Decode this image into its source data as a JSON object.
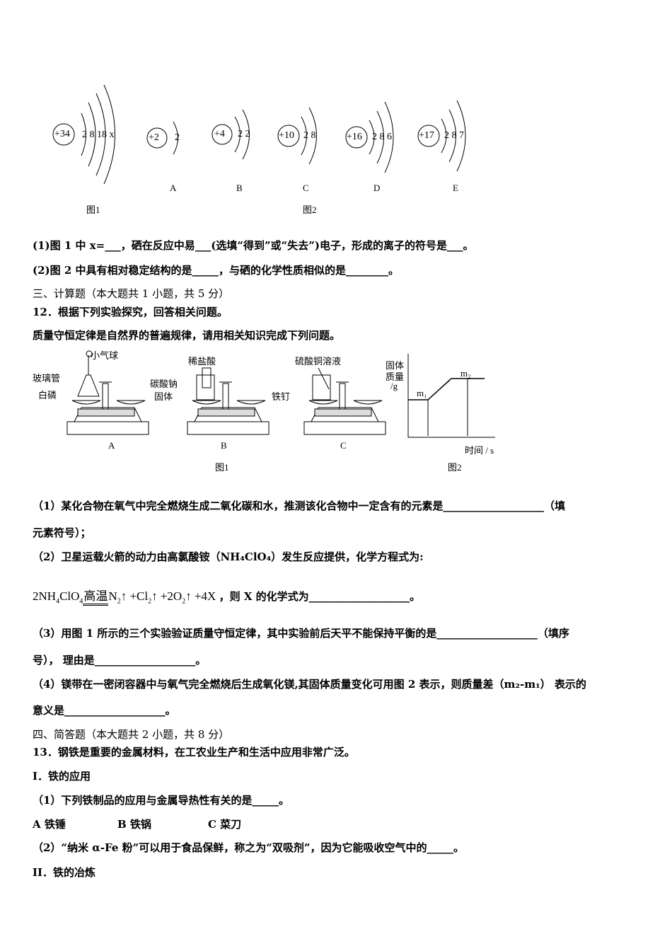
{
  "fig_top": {
    "atoms": [
      {
        "id": "se",
        "nucleus": "+34",
        "shells": "2 8 18 x",
        "letter": ""
      },
      {
        "id": "A",
        "nucleus": "+2",
        "shells": "2",
        "letter": "A"
      },
      {
        "id": "B",
        "nucleus": "+4",
        "shells": "2 2",
        "letter": "B"
      },
      {
        "id": "C",
        "nucleus": "+10",
        "shells": "2 8",
        "letter": "C"
      },
      {
        "id": "D",
        "nucleus": "+16",
        "shells": "2 8 6",
        "letter": "D"
      },
      {
        "id": "E",
        "nucleus": "+17",
        "shells": "2 8 7",
        "letter": "E"
      }
    ],
    "fig1_caption": "图1",
    "fig2_caption": "图2"
  },
  "q11": {
    "p1": "(1)图 1 中 x=___，硒在反应中易___(选填“得到”或“失去”)电子，形成的离子的符号是___。",
    "p2": "(2)图 2 中具有相对稳定结构的是_____，与硒的化学性质相似的是________。"
  },
  "section3": "三、计算题（本大题共 1 小题，共 5 分）",
  "q12": {
    "title": "12．根据下列实验探究，回答相关问题。",
    "intro": "质量守恒定律是自然界的普遍规律，请用相关知识完成下列问题。",
    "fig": {
      "balloon": "小气球",
      "glass_tube": "玻璃管",
      "white_p": "白磷",
      "acid": "稀盐酸",
      "na2co3_1": "碳酸钠",
      "na2co3_2": "固体",
      "cuso4": "硫酸铜溶液",
      "nail": "铁钉",
      "A": "A",
      "B": "B",
      "C": "C",
      "fig1": "图1",
      "fig2": "图2",
      "y1": "固体",
      "y2": "质量",
      "y3": "/g",
      "xlabel": "时间 / s",
      "m1": "m₁",
      "m2": "m₂"
    },
    "s1a": "（1）某化合物在氧气中完全燃烧生成二氧化碳和水，推测该化合物中一定含有的元素是___________________（填",
    "s1b": "元素符号）；",
    "s2": "（2）卫星运载火箭的动力由高氯酸铵（NH₄ClO₄）发生反应提供，化学方程式为:",
    "eq_cond": "高温",
    "eq_tail": "，则 X 的化学式为___________________。",
    "s3a": "（3）用图 1 所示的三个实验验证质量守恒定律，其中实验前后天平不能保持平衡的是___________________（填序",
    "s3b": "号），  理由是___________________。",
    "s4a": "（4）镁带在一密闭容器中与氧气完全燃烧后生成氧化镁,其固体质量变化可用图 2 表示，则质量差（m₂-m₁） 表示的",
    "s4b": "意义是___________________。"
  },
  "section4": "四、简答题（本大题共 2 小题，共 8 分）",
  "q13": {
    "title": "13．钢铁是重要的金属材料，在工农业生产和生活中应用非常广泛。",
    "h1": "I．铁的应用",
    "s1": "（1）下列铁制品的应用与金属导热性有关的是_____。",
    "optA": "A 铁锤",
    "optB": "B 铁锅",
    "optC": "C 菜刀",
    "s2": "（2）“纳米 α-Fe 粉”可以用于食品保鲜，称之为“双吸剂”，因为它能吸收空气中的_____。",
    "h2": "II．铁的冶炼"
  }
}
